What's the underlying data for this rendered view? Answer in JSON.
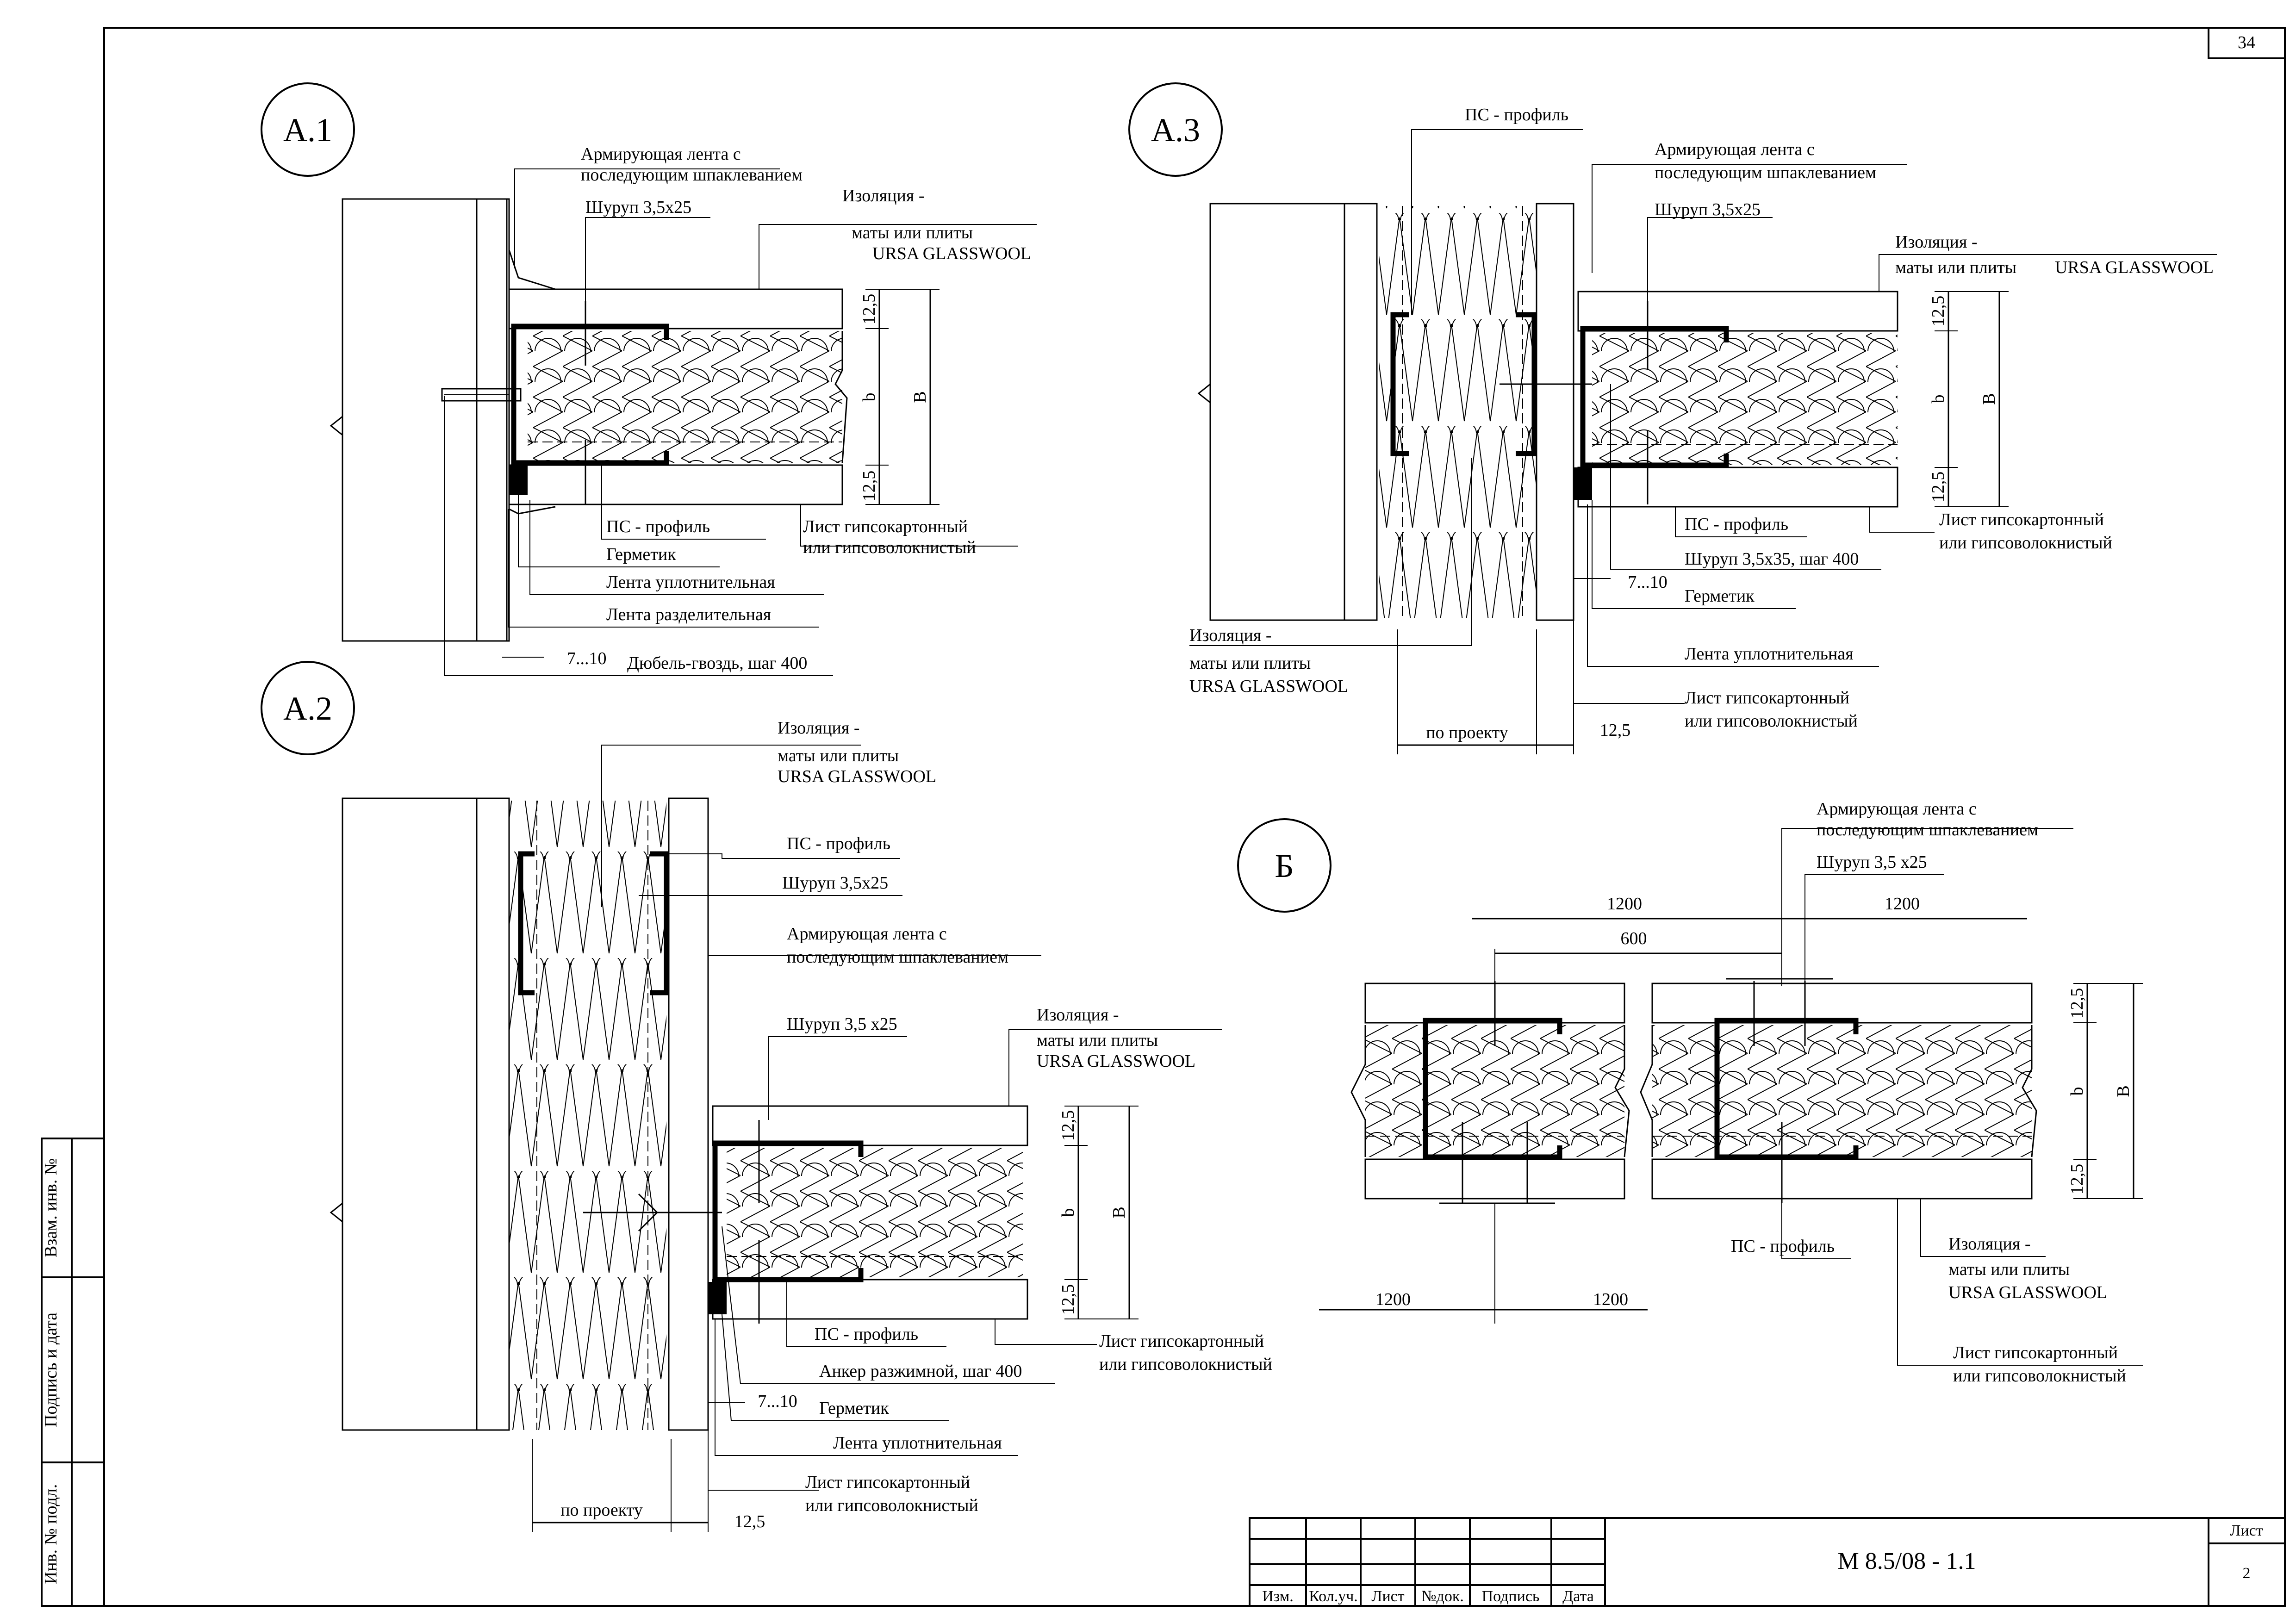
{
  "sheet_top_number": "34",
  "detail_labels": {
    "a1": "A.1",
    "a2": "A.2",
    "a3": "A.3",
    "b": "Б"
  },
  "a1": {
    "armir_1": "Армирующая лента с",
    "armir_2": "последующим шпаклеванием",
    "screw": "Шуруп 3,5х25",
    "iso_1": "Изоляция -",
    "iso_2": "маты или плиты",
    "iso_3": "URSA GLASSWOOL",
    "ps_profile": "ПС - профиль",
    "germetik": "Герметик",
    "lenta_upl": "Лента уплотнительная",
    "lenta_razd": "Лента разделительная",
    "dubel": "Дюбель-гвоздь, шаг 400",
    "list_1": "Лист гипсокартонный",
    "list_2": "или гипсоволокнистый",
    "gap": "7...10",
    "dim_top": "12,5",
    "dim_bot": "12,5",
    "dim_b": "b",
    "dim_B": "B"
  },
  "a2": {
    "iso_1": "Изоляция -",
    "iso_2": "маты или плиты",
    "iso_3": "URSA GLASSWOOL",
    "ps_profile_top": "ПС - профиль",
    "screw_top": "Шуруп 3,5х25",
    "armir_1": "Армирующая лента с",
    "armir_2": "последующим шпаклеванием",
    "screw_mid": "Шуруп 3,5 х25",
    "iso2_1": "Изоляция -",
    "iso2_2": "маты или плиты",
    "iso2_3": "URSA GLASSWOOL",
    "ps_profile_bot": "ПС - профиль",
    "anchor": "Анкер разжимной, шаг 400",
    "gap": "7...10",
    "germetik": "Герметик",
    "lenta_upl": "Лента уплотнительная",
    "list_1": "Лист гипсокартонный",
    "list_2": "или гипсоволокнистый",
    "list2_1": "Лист гипсокартонный",
    "list2_2": "или гипсоволокнистый",
    "po_proektu": "по проекту",
    "dim_125": "12,5",
    "dim_top": "12,5",
    "dim_bot": "12,5",
    "dim_b": "b",
    "dim_B": "B"
  },
  "a3": {
    "ps_profile_top": "ПС - профиль",
    "armir_1": "Армирующая лента с",
    "armir_2": "последующим шпаклеванием",
    "screw": "Шуруп 3,5х25",
    "iso_1": "Изоляция -",
    "iso_2": "маты или плиты",
    "iso_3": "URSA GLASSWOOL",
    "list_1": "Лист гипсокартонный",
    "list_2": "или гипсоволокнистый",
    "ps_profile_bot": "ПС - профиль",
    "screw_35": "Шуруп 3,5х35, шаг 400",
    "gap": "7...10",
    "germetik": "Герметик",
    "lenta_upl": "Лента уплотнительная",
    "list2_1": "Лист гипсокартонный",
    "list2_2": "или гипсоволокнистый",
    "iso2_1": "Изоляция -",
    "iso2_2": "маты или плиты",
    "iso2_3": "URSA GLASSWOOL",
    "po_proektu": "по проекту",
    "dim_125": "12,5",
    "dim_top": "12,5",
    "dim_bot": "12,5",
    "dim_b": "b",
    "dim_B": "B"
  },
  "b": {
    "armir_1": "Армирующая лента с",
    "armir_2": "последующим шпаклеванием",
    "screw": "Шуруп 3,5 х25",
    "dim_1200_l": "1200",
    "dim_1200_r": "1200",
    "dim_600": "600",
    "ps_profile": "ПС - профиль",
    "iso_1": "Изоляция -",
    "iso_2": "маты или плиты",
    "iso_3": "URSA GLASSWOOL",
    "list_1": "Лист гипсокартонный",
    "list_2": "или гипсоволокнистый",
    "dim_bot_l": "1200",
    "dim_bot_r": "1200",
    "dim_top": "12,5",
    "dim_bot": "12,5",
    "dim_b": "b",
    "dim_B": "B"
  },
  "side_stamp": {
    "vzam": "Взам. инв. №",
    "podpis_data": "Подпись и дата",
    "inv_podl": "Инв. № подл."
  },
  "title_block": {
    "izm": "Изм.",
    "kol_uch": "Кол.уч.",
    "list": "Лист",
    "n_dok": "№док.",
    "podpis": "Подпись",
    "data": "Дата",
    "code": "М 8.5/08 - 1.1",
    "list_label": "Лист",
    "list_number": "2"
  }
}
